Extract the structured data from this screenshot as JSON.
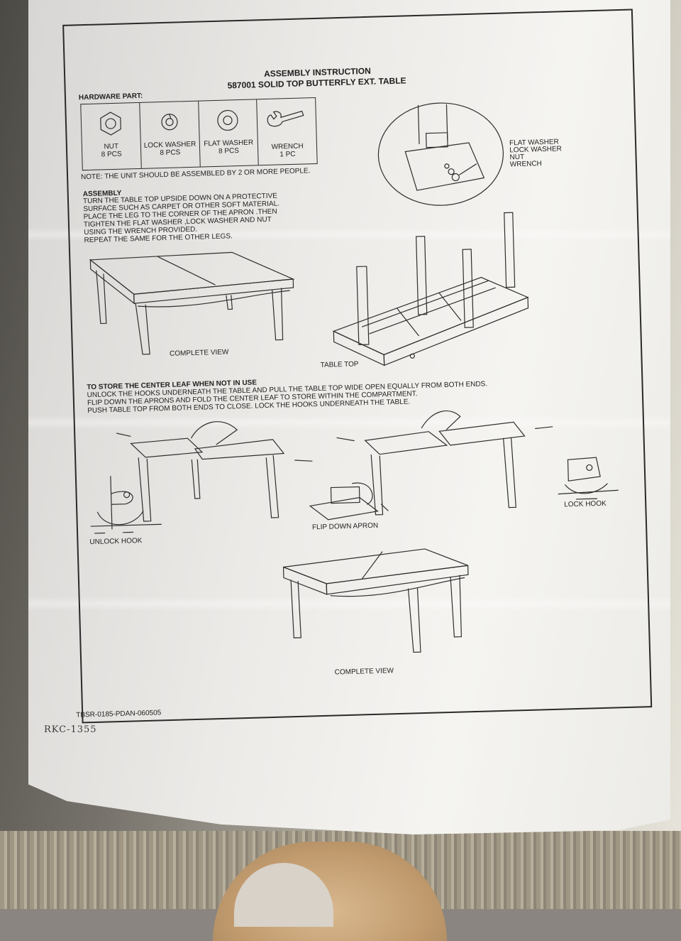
{
  "document": {
    "title": "ASSEMBLY INSTRUCTION",
    "subtitle": "587001 SOLID TOP BUTTERFLY EXT. TABLE",
    "hardware_heading": "HARDWARE PART:",
    "parts": [
      {
        "icon": "nut-icon",
        "name": "NUT",
        "qty": "8 PCS"
      },
      {
        "icon": "lock-washer-icon",
        "name": "LOCK WASHER",
        "qty": "8 PCS"
      },
      {
        "icon": "flat-washer-icon",
        "name": "FLAT WASHER",
        "qty": "8 PCS"
      },
      {
        "icon": "wrench-icon",
        "name": "WRENCH",
        "qty": "1 PC"
      }
    ],
    "note": "NOTE: THE UNIT SHOULD BE ASSEMBLED BY 2 OR MORE PEOPLE.",
    "detail_callouts": [
      "FLAT WASHER",
      "LOCK WASHER",
      "NUT",
      "WRENCH"
    ],
    "assembly_heading": "ASSEMBLY",
    "assembly_lines": [
      "TURN THE TABLE TOP UPSIDE DOWN ON A PROTECTIVE",
      "SURFACE SUCH AS CARPET OR OTHER SOFT MATERIAL.",
      "PLACE THE LEG TO THE CORNER OF THE APRON .THEN",
      "TIGHTEN THE FLAT WASHER ,LOCK WASHER AND NUT",
      "USING THE WRENCH PROVIDED.",
      "REPEAT THE SAME FOR THE OTHER LEGS."
    ],
    "complete_view_label": "COMPLETE VIEW",
    "table_top_label": "TABLE TOP",
    "store_heading": "TO STORE THE CENTER LEAF WHEN NOT IN USE",
    "store_lines": [
      "UNLOCK THE HOOKS UNDERNEATH THE TABLE AND PULL THE TABLE TOP WIDE OPEN EQUALLY FROM BOTH ENDS.",
      "FLIP DOWN THE APRONS AND FOLD THE CENTER LEAF TO STORE WITHIN THE COMPARTMENT.",
      "PUSH TABLE TOP FROM BOTH ENDS TO CLOSE. LOCK THE HOOKS UNDERNEATH THE TABLE."
    ],
    "unlock_hook_label": "UNLOCK HOOK",
    "flip_down_apron_label": "FLIP DOWN APRON",
    "lock_hook_label": "LOCK HOOK",
    "complete_view_label_2": "COMPLETE VIEW",
    "doc_code": "TBSR-0185-PDAN-060505",
    "handwritten_note": "RKC-1355"
  }
}
